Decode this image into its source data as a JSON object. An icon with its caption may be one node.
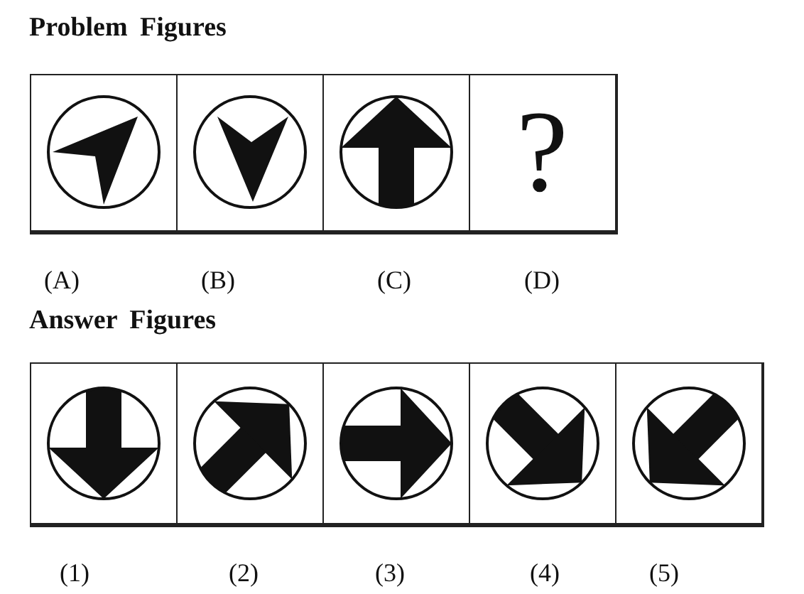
{
  "diagram": {
    "nodes": [
      {
        "text": [
          "Problem Figures"
        ]
      },
      {
        "text": [],
        "shape": "picture",
        "in": 0,
        "beside": [
          "(A)"
        ]
      },
      {
        "text": [],
        "shape": "picture",
        "in": 0,
        "beside": [
          "(B)"
        ]
      },
      {
        "text": [],
        "shape": "picture",
        "in": 0,
        "beside": [
          "(C)"
        ]
      },
      {
        "text": [
          "?"
        ],
        "in": 0,
        "beside": [
          "(D)"
        ]
      },
      {
        "text": [
          "Answer Figures"
        ]
      },
      {
        "text": [],
        "shape": "picture",
        "in": 5,
        "beside": [
          "(1)"
        ]
      },
      {
        "text": [],
        "shape": "picture",
        "in": 5,
        "beside": [
          "(2)"
        ]
      },
      {
        "text": [],
        "shape": "picture",
        "in": 5,
        "beside": [
          "(3)"
        ]
      },
      {
        "text": [],
        "shape": "picture",
        "in": 5,
        "beside": [
          "(4)"
        ]
      },
      {
        "text": [],
        "shape": "picture",
        "in": 5,
        "beside": [
          "(5)"
        ]
      }
    ]
  }
}
